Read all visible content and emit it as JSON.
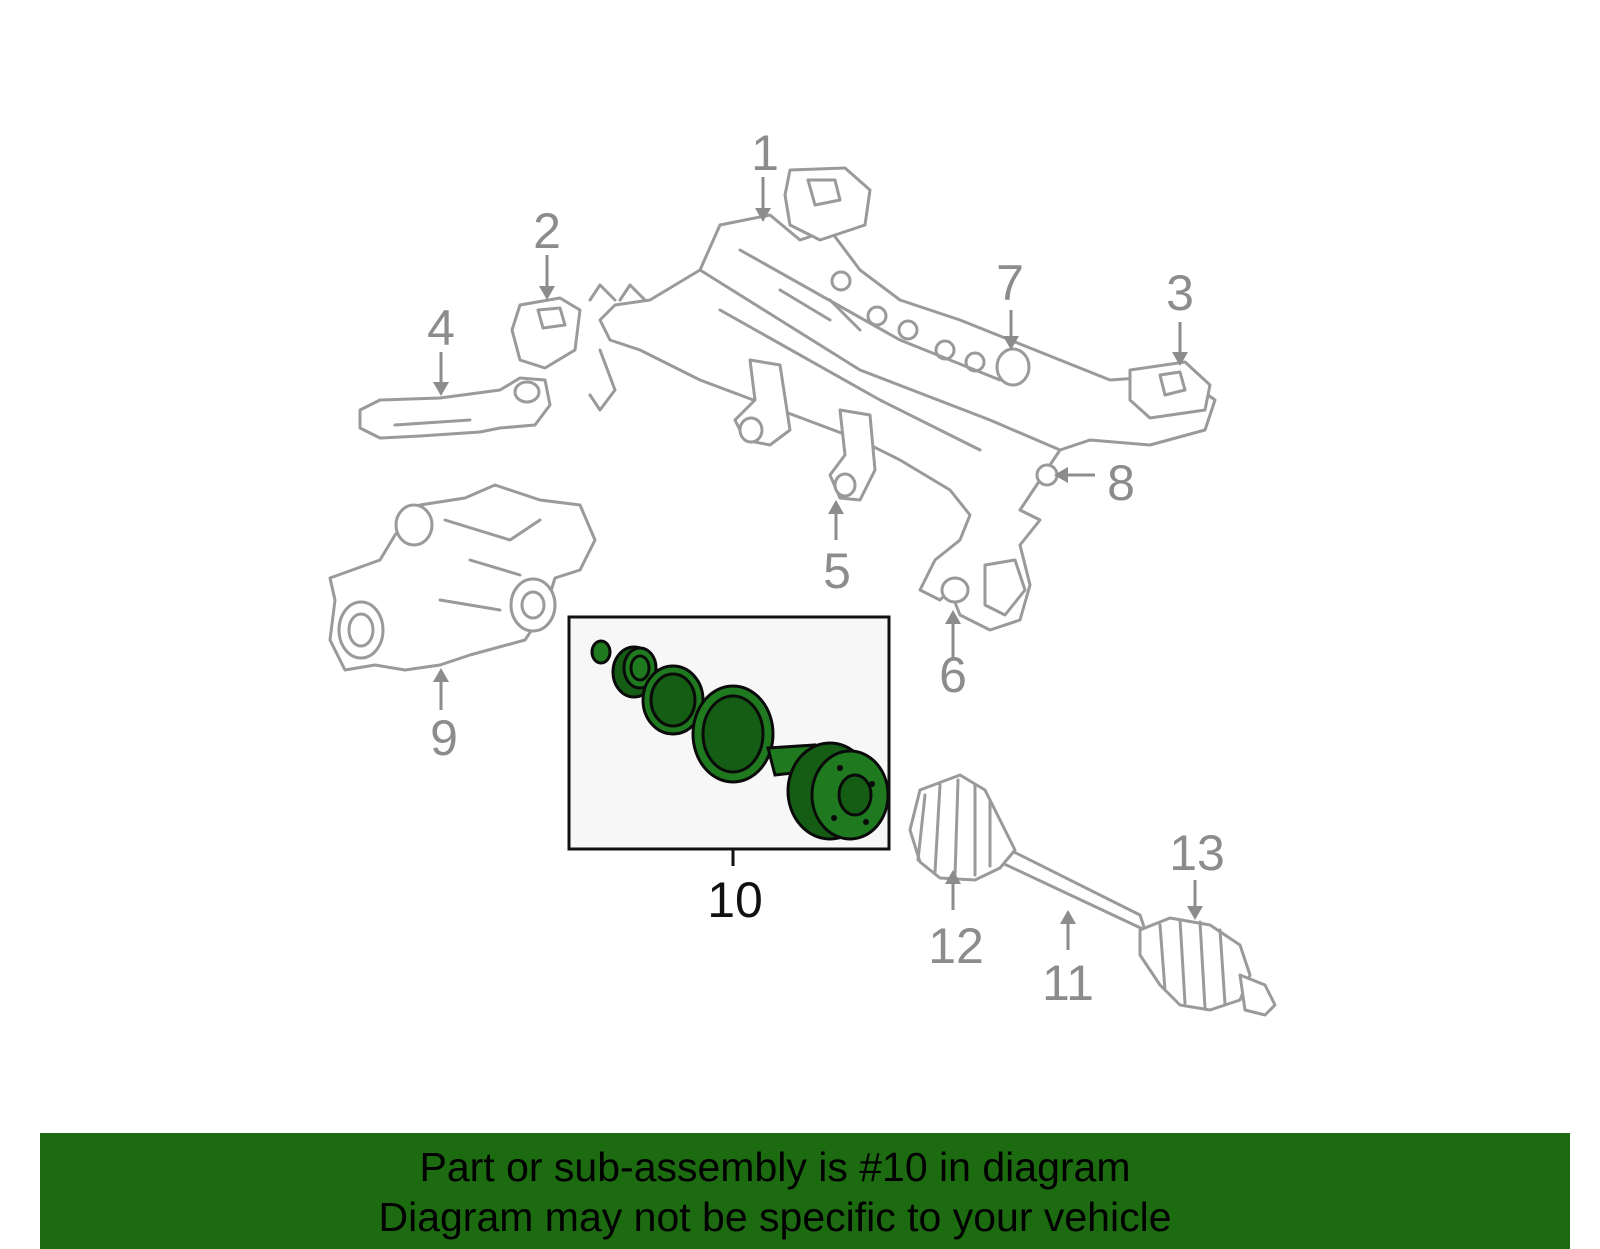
{
  "diagram": {
    "callouts": [
      {
        "id": "1",
        "label": "1",
        "highlighted": false
      },
      {
        "id": "2",
        "label": "2",
        "highlighted": false
      },
      {
        "id": "3",
        "label": "3",
        "highlighted": false
      },
      {
        "id": "4",
        "label": "4",
        "highlighted": false
      },
      {
        "id": "5",
        "label": "5",
        "highlighted": false
      },
      {
        "id": "6",
        "label": "6",
        "highlighted": false
      },
      {
        "id": "7",
        "label": "7",
        "highlighted": false
      },
      {
        "id": "8",
        "label": "8",
        "highlighted": false
      },
      {
        "id": "9",
        "label": "9",
        "highlighted": false
      },
      {
        "id": "10",
        "label": "10",
        "highlighted": true
      },
      {
        "id": "11",
        "label": "11",
        "highlighted": false
      },
      {
        "id": "12",
        "label": "12",
        "highlighted": false
      },
      {
        "id": "13",
        "label": "13",
        "highlighted": false
      }
    ],
    "highlight_color": "#1f7a1f",
    "inactive_color": "#9a9a9a"
  },
  "banner": {
    "line1": "Part or sub-assembly is #10 in diagram",
    "line2": "Diagram may not be specific to your vehicle",
    "background": "#1d6b10"
  }
}
